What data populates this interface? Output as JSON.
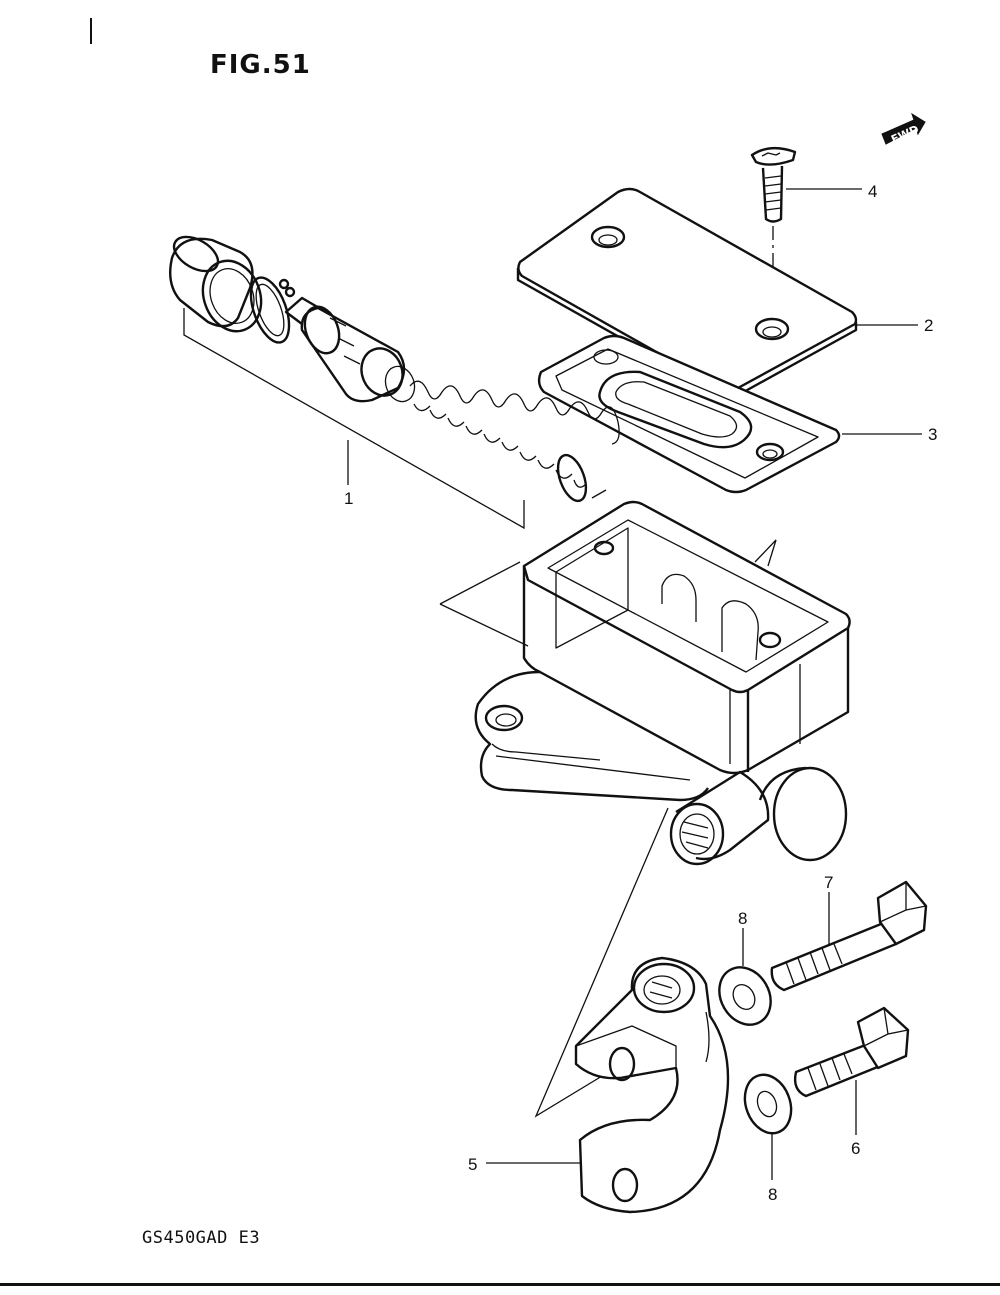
{
  "figure": {
    "title": "FIG.51",
    "model_code": "GS450GAD  E3",
    "fwd_arrow_text": "FWD"
  },
  "callouts": [
    {
      "id": "1",
      "text": "1"
    },
    {
      "id": "2",
      "text": "2"
    },
    {
      "id": "3",
      "text": "3"
    },
    {
      "id": "4",
      "text": "4"
    },
    {
      "id": "5",
      "text": "5"
    },
    {
      "id": "6",
      "text": "6"
    },
    {
      "id": "7",
      "text": "7"
    },
    {
      "id": "8a",
      "text": "8"
    },
    {
      "id": "8b",
      "text": "8"
    }
  ]
}
